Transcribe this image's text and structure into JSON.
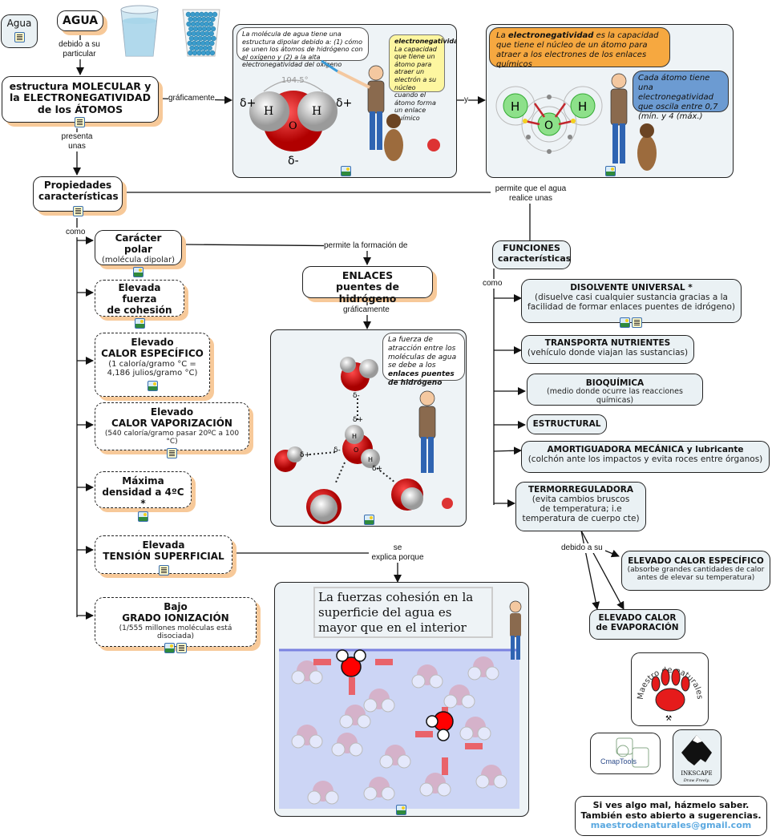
{
  "nodes": {
    "agua_small": {
      "label": "Agua"
    },
    "agua": {
      "label": "AGUA"
    },
    "estructura": {
      "line1": "estructura MOLECULAR y",
      "line2": "la ELECTRONEGATIVIDAD",
      "line3": "de los ÁTOMOS"
    },
    "propiedades": {
      "line1": "Propiedades",
      "line2": "características"
    },
    "caracter_polar": {
      "title": "Carácter polar",
      "sub": "(molécula dipolar)"
    },
    "cohesion": {
      "line1": "Elevada fuerza",
      "line2": "de cohesión"
    },
    "calor_especifico": {
      "line1": "Elevado",
      "line2": "CALOR ESPECÍFICO",
      "sub1": "(1 caloría/gramo °C =",
      "sub2": "4,186 julios/gramo °C)"
    },
    "calor_vaporizacion": {
      "line1": "Elevado",
      "line2": "CALOR VAPORIZACIÓN",
      "sub": "(540 caloría/gramo pasar 20ºC a 100 °C)"
    },
    "densidad": {
      "line1": "Máxima",
      "line2": "densidad a 4ºC *"
    },
    "tension": {
      "line1": "Elevada",
      "line2": "TENSIÓN SUPERFICIAL"
    },
    "ionizacion": {
      "line1": "Bajo",
      "line2": "GRADO IONIZACIÓN",
      "sub": "(1/555 millones moléculas está disociada)"
    },
    "enlaces": {
      "line1": "ENLACES",
      "line2": "puentes de hidrógeno"
    },
    "funciones": {
      "line1": "FUNCIONES",
      "line2": "características"
    },
    "disolvente": {
      "title": "DISOLVENTE UNIVERSAL *",
      "sub1": "(disuelve casi cualquier sustancia gracias a la",
      "sub2": "facilidad de formar enlaces puentes de idrógeno)"
    },
    "transporta": {
      "title": "TRANSPORTA NUTRIENTES",
      "sub": "(vehículo donde viajan las sustancias)"
    },
    "bioquimica": {
      "title": "BIOQUÍMICA",
      "sub": "(medio donde ocurre las reacciones químicas)"
    },
    "estructural": {
      "title": "ESTRUCTURAL"
    },
    "amortiguadora": {
      "title": "AMORTIGUADORA MECÁNICA y lubricante",
      "sub": "(colchón ante los impactos y evita roces entre órganos)"
    },
    "termorreguladora": {
      "title": "TERMORREGULADORA",
      "sub1": "(evita cambios bruscos",
      "sub2": "de temperatura; i.e",
      "sub3": "temperatura de cuerpo cte)"
    },
    "elevado_calor_esp": {
      "title": "ELEVADO CALOR ESPECÍFICO",
      "sub1": "(absorbe grandes cantidades de calor",
      "sub2": "antes de elevar su temperatura)"
    },
    "elevado_evaporacion": {
      "line1": "ELEVADO CALOR",
      "line2": "de EVAPORACIÓN"
    },
    "feedback": {
      "line1": "Si ves algo mal, házmelo saber.",
      "line2": "También esto abierto a sugerencias.",
      "email": "maestrodenaturales@gmail.com"
    }
  },
  "links": {
    "debido_a_su_particular": [
      "debido a su",
      "particular"
    ],
    "graficamente_1": "gráficamente",
    "y": "y",
    "presenta_unas": [
      "presenta",
      "unas"
    ],
    "permite_que_agua": [
      "permite que el agua",
      "realice unas"
    ],
    "como_1": "como",
    "permite_formacion": "permite la formación de",
    "graficamente_2": "gráficamente",
    "se_explica_porque": [
      "se",
      "explica porque"
    ],
    "como_2": "como",
    "debido_a_su": "debido a su"
  },
  "panels": {
    "dipolo": {
      "bubble": "La molécula de agua tiene una estructura dipolar debido a: (1) cómo se unen los átomos de hidrógeno con el oxígeno y (2) a la alta electronegatividad del oxígeno",
      "bubble_bold": "dipolar",
      "note_title": "electronegatividad",
      "note_text": "La capacidad que tiene un átomo para atraer un electrón a su núcleo cuando el átomo forma un enlace químico",
      "angle": "104.5°",
      "delta_plus": "δ+",
      "delta_minus": "δ-",
      "h": "H",
      "o": "O"
    },
    "electroneg": {
      "bubble_pre": "La ",
      "bubble_bold": "electronegatividad",
      "bubble_post": " es la capacidad que tiene el núcleo de un átomo para atraer a los electrones de los enlaces químicos",
      "bubble2": "Cada átomo tiene una electronegatividad que oscila entre 0,7 (mín. y 4 (máx.)",
      "h": "H",
      "o": "O"
    },
    "puentes": {
      "bubble_pre": "La fuerza de atracción entre los moléculas de agua se debe a los ",
      "bubble_bold": "enlaces puentes de hidrógeno",
      "delta_plus": "δ+",
      "delta_minus": "δ-",
      "h": "H",
      "o": "O"
    },
    "tension": {
      "caption": "La fuerzas cohesión en la superficie del agua es mayor que en el interior"
    }
  },
  "logos": {
    "maestro": {
      "text_top": "Maestro de naturales"
    },
    "cmaptools": {
      "label": "CmapTools"
    },
    "inkscape": {
      "label": "INKSCAPE",
      "tagline": "Draw Freely."
    }
  },
  "colors": {
    "shadow": "#f7c999",
    "panel_bg": "#eef3f6",
    "node_blue": "#eaf1f4",
    "oxygen": "#d10000",
    "hydrogen": "#cfcfcf",
    "email": "#5aa8e0",
    "orange_bubble": "#f6a840",
    "blue_bubble": "#6c9bd2",
    "yellow_note": "#fdf6a0"
  }
}
